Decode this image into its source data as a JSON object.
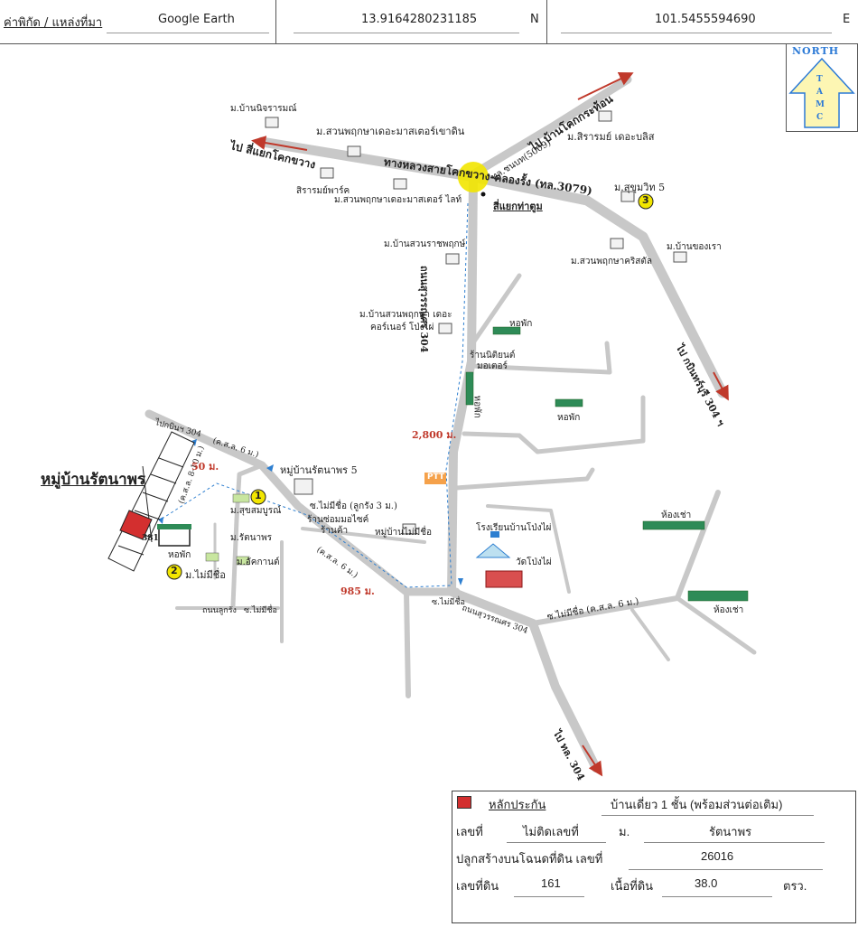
{
  "header": {
    "label": "ค่าพิกัด / แหล่งที่มา",
    "source": "Google Earth",
    "latitude": "13.9164280231185",
    "lat_unit": "N",
    "longitude": "101.5455594690",
    "lon_unit": "E"
  },
  "compass": {
    "north": "NORTH",
    "letters": [
      "T",
      "A",
      "M",
      "C"
    ]
  },
  "colors": {
    "road": "#c8c8c8",
    "marker_red": "#d32f2f",
    "landmark_yellow": "#f2e600",
    "arrow_red": "#c0392b",
    "route_blue": "#2e7fd0",
    "distance_red": "#c0392b"
  },
  "roads": {
    "main_road": "ทางหลวงสายโคกขวาง-คลองรั้ง (ทล.3079)",
    "highway_304": "ถนนสุวรรณศร 304",
    "highway_304_lower": "ถนนสุวรรณศร 304",
    "to_kok_kwang": "ไป สี่แยกโคกขวาง",
    "to_ban_kok_krathon": "ไป บ้านโคกกระท้อน",
    "to_kabin": "ไป กบินทร์บุรี 304 ฯ",
    "to_304_south": "ไป ทล. 304",
    "to_kabin_left": "ไปกบินฯ 304",
    "chanob_5009": "ทล.ชนบท(5009)",
    "intersection": "สี่แยกท่าตูม"
  },
  "places": {
    "ban_nitcharat": "ม.บ้านนิจรารมณ์",
    "suan_phruksa_khao_din": "ม.สวนพฤกษาเดอะมาสเตอร์เขาดิน",
    "sirarom_park": "สิรารมย์พาร์ค",
    "suan_phruksa_light": "ม.สวนพฤกษาเดอะมาสเตอร์ ไลท์",
    "sirarom_bliss": "ม.สิรารมย์ เดอะบลิส",
    "sukhumvit_5": "ม.สุขุมวิท 5",
    "ban_suan_ratchaphruek": "ม.บ้านสวนราชพฤกษ์",
    "ban_khong_rao": "ม.บ้านของเรา",
    "suan_phruksa_christal": "ม.สวนพฤกษาคริสตัล",
    "suan_phruksa_corner_1": "ม.บ้านสวนพฤกษา เดอะ",
    "suan_phruksa_corner_2": "คอร์เนอร์ โป่งไผ่",
    "dorm_1": "หอพัก",
    "dorm_2": "หอพัก",
    "dorm_3": "หอพัก",
    "dorm_4": "หอพัก",
    "shop_1": "ร้านนิติยนต์",
    "shop_2": "มอเตอร์",
    "rental_1": "ห้องเช่า",
    "rental_2": "ห้องเช่า",
    "school": "โรงเรียนบ้านโป่งไผ่",
    "temple": "วัดโป่งไผ่",
    "ratanaporn_5": "หมู่บ้านรัตนาพร 5",
    "village_main": "หมู่บ้านรัตนาพร",
    "village_no_name": "หมู่บ้านไม่มีชื่อ",
    "suksomboon": "ม.สุขสมบูรณ์",
    "ratanaporn": "ม.รัตนาพร",
    "akkaphan": "ม.อัคกานต์",
    "mai_mi_chue": "ม.ไม่มีชื่อ",
    "motorbike_shop": "ร้านซ่อมมอไซค์",
    "grocery": "ร้านค้า",
    "soi_no_name_1": "ซ.ไม่มีชื่อ (ลูกรัง 3 ม.)",
    "soi_no_name_2": "ซ.ไม่มีชื่อ (ค.ส.ล. 6 ม.)",
    "soi_no_name_3": "ซ.ไม่มีชื่อ",
    "soi_no_name_4": "ซ.ไม่มีชื่อ",
    "concrete_6m": "(ค.ส.ล. 6 ม.)",
    "concrete_8_10m": "(ค.ส.ล. 8-10 ม.)",
    "concrete_6m_b": "(ค.ส.ล. 6 ม.)",
    "laterite_road": "ถนนลูกรัง",
    "lot_number": "381",
    "badge_1": "1",
    "badge_2": "2",
    "badge_3": "3",
    "ptt": "PTT"
  },
  "distances": {
    "d1": "2,800 ม.",
    "d2": "50 ม.",
    "d3": "985 ม."
  },
  "info": {
    "legend_label": "หลักประกัน",
    "building": "บ้านเดี่ยว 1 ชั้น (พร้อมส่วนต่อเติม)",
    "no_label": "เลขที่",
    "no_value": "ไม่ติดเลขที่",
    "village_label": "ม.",
    "village_value": "รัตนาพร",
    "deed_label": "ปลูกสร้างบนโฉนดที่ดิน เลขที่",
    "deed_value": "26016",
    "land_no_label": "เลขที่ดิน",
    "land_no_value": "161",
    "area_label": "เนื้อที่ดิน",
    "area_value": "38.0",
    "area_unit": "ตรว."
  }
}
